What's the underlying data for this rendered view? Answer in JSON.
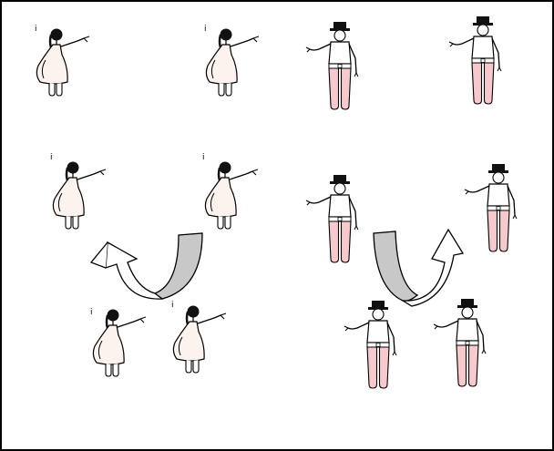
{
  "figure": {
    "woman_labels": [
      "i",
      "i",
      "i",
      "i",
      "i",
      "i"
    ],
    "colors": {
      "border": "#000000",
      "woman_dress": "#fcf3ef",
      "woman_hair": "#111111",
      "man_trousers": "#f6c9cd",
      "man_shirt": "#ffffff",
      "man_hat": "#111111",
      "arrow_shaded": "#c8c8c8",
      "arrow_white": "#ffffff",
      "stroke": "#000000"
    },
    "icons": {
      "woman": "female-folk-dancer-figure",
      "man": "male-folk-dancer-figure",
      "arrow_left": "curved-u-turn-arrow-left",
      "arrow_right": "curved-u-turn-arrow-right"
    }
  }
}
